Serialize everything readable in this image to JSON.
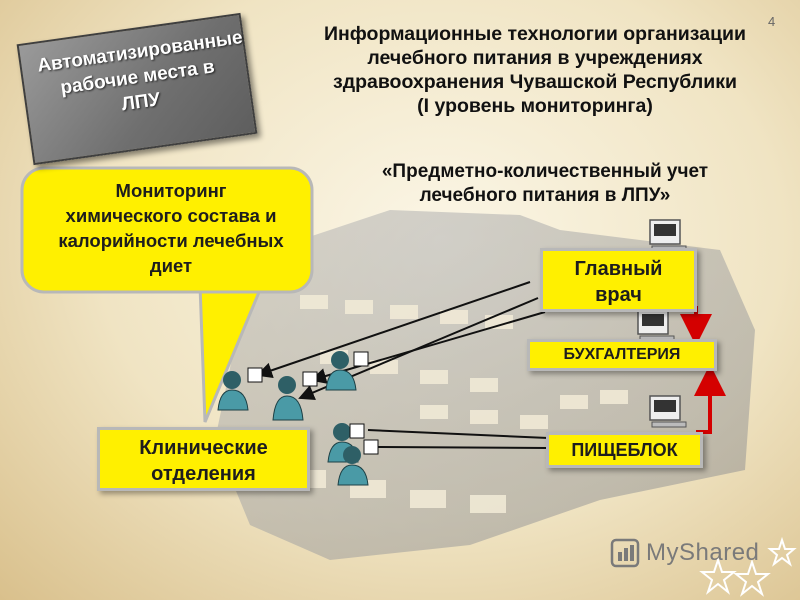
{
  "page_number": "4",
  "title_lines": [
    "Информационные технологии организации",
    "лечебного питания в учреждениях",
    "здравоохранения Чувашской Республики",
    "(I уровень мониторинга)"
  ],
  "badge_lines": [
    "Автоматизированные",
    "рабочие места в ЛПУ"
  ],
  "subtitle_lines": [
    "«Предметно-количественный учет",
    "лечебного питания в ЛПУ»"
  ],
  "callout_lines": [
    "Мониторинг",
    "химического состава и",
    "калорийности лечебных",
    "диет"
  ],
  "boxes": {
    "chief_doctor": [
      "Главный",
      "врач"
    ],
    "accounting": "БУХГАЛТЕРИЯ",
    "food_unit": "ПИЩЕБЛОК",
    "clinical_departments": [
      "Клинические",
      "отделения"
    ]
  },
  "watermark": "MyShared",
  "colors": {
    "box_fill": "#fff000",
    "box_border": "#b8b8b8",
    "badge_fill": "#7a7a7a",
    "arrow_red": "#d40000",
    "connector": "#111111",
    "worker": "#4a9aa6"
  },
  "icons": [
    "computer-icon",
    "worker-icon",
    "myshared-logo-icon",
    "star-icon"
  ]
}
